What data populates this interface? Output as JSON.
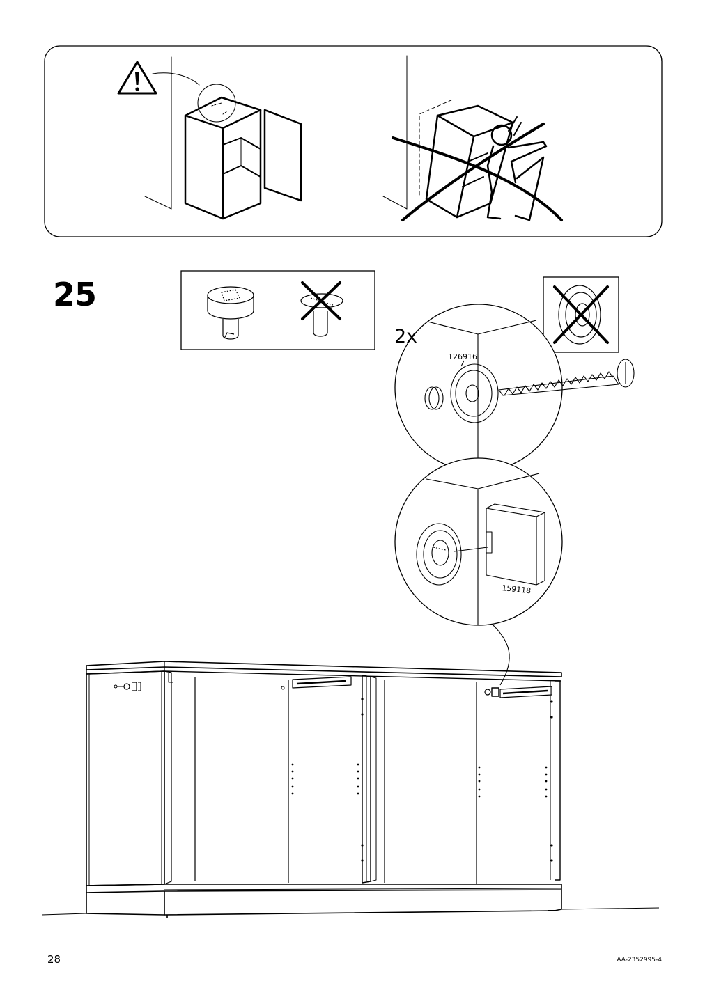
{
  "step": {
    "number": "25",
    "quantity": "2x"
  },
  "parts": {
    "screw_part": "126916",
    "bracket_part": "159118"
  },
  "footer": {
    "page_number": "28",
    "document_code": "AA-2352995-4"
  },
  "icons": {
    "warning": "warning-triangle-icon",
    "incorrect": "x-mark-icon"
  }
}
